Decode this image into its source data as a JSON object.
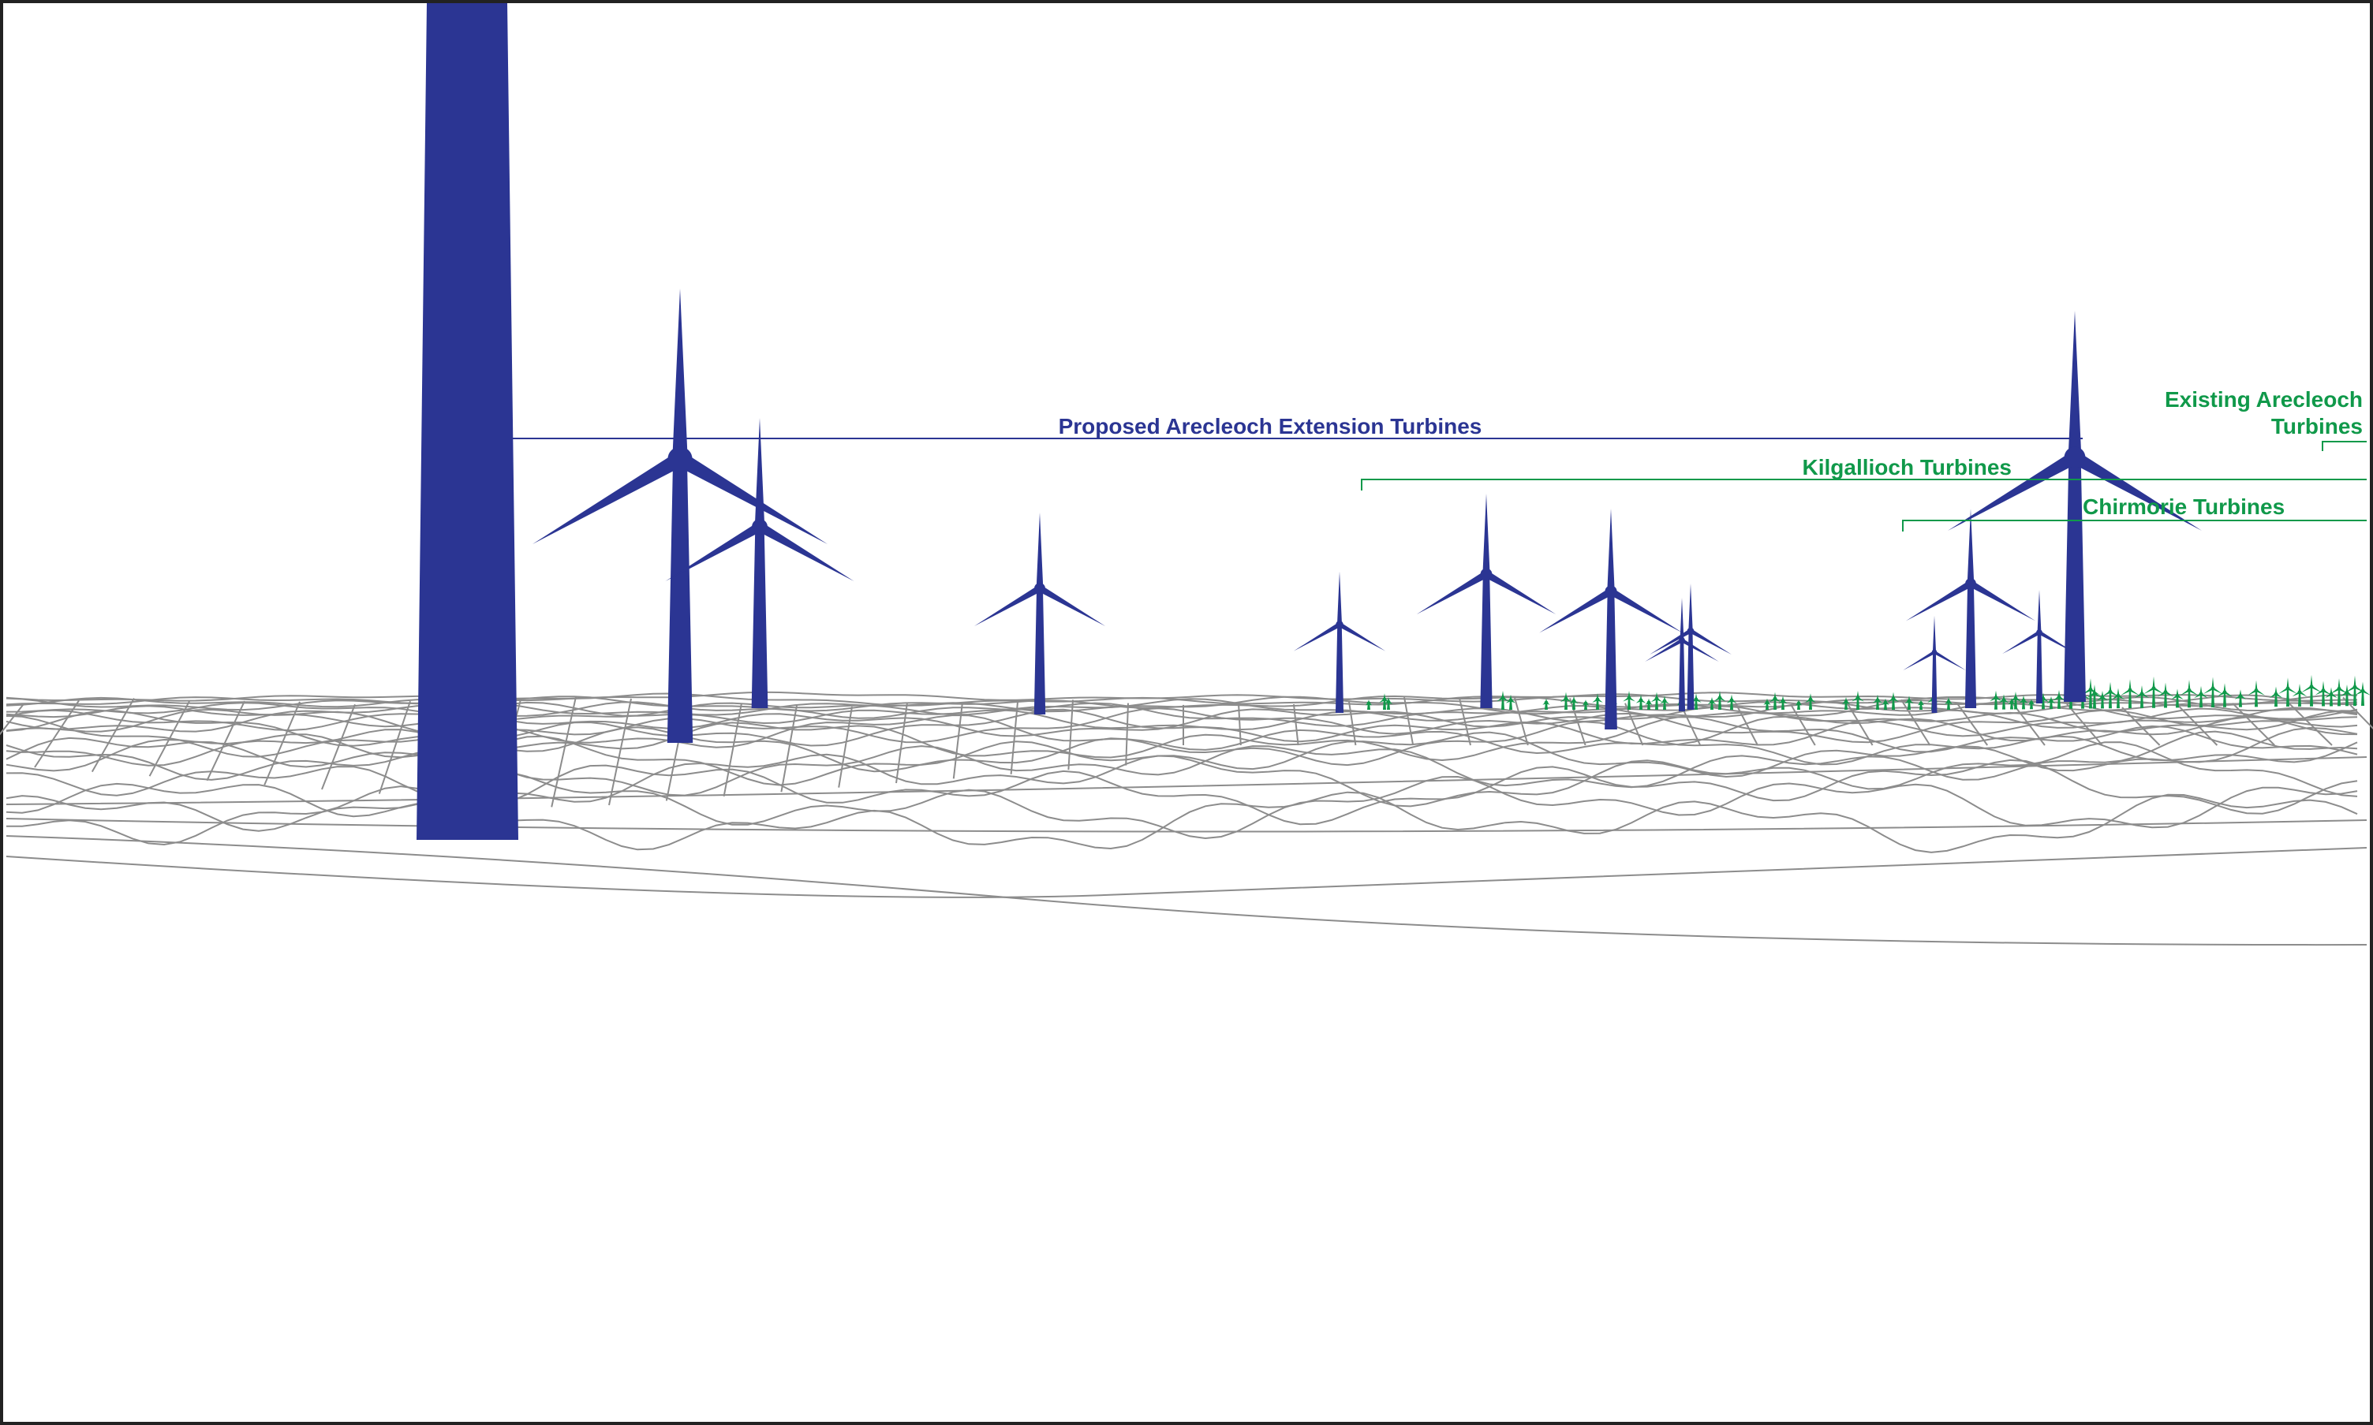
{
  "labels": {
    "proposed": "Proposed Arecleoch Extension Turbines",
    "kilgallioch": "Kilgallioch Turbines",
    "chirmorie": "Chirmorie Turbines",
    "existing_line1": "Existing Arecleoch",
    "existing_line2": "Turbines"
  },
  "colors": {
    "proposed": "#2b3593",
    "existing": "#10994a",
    "wireframe": "#8c8c8c",
    "border": "#222222"
  }
}
